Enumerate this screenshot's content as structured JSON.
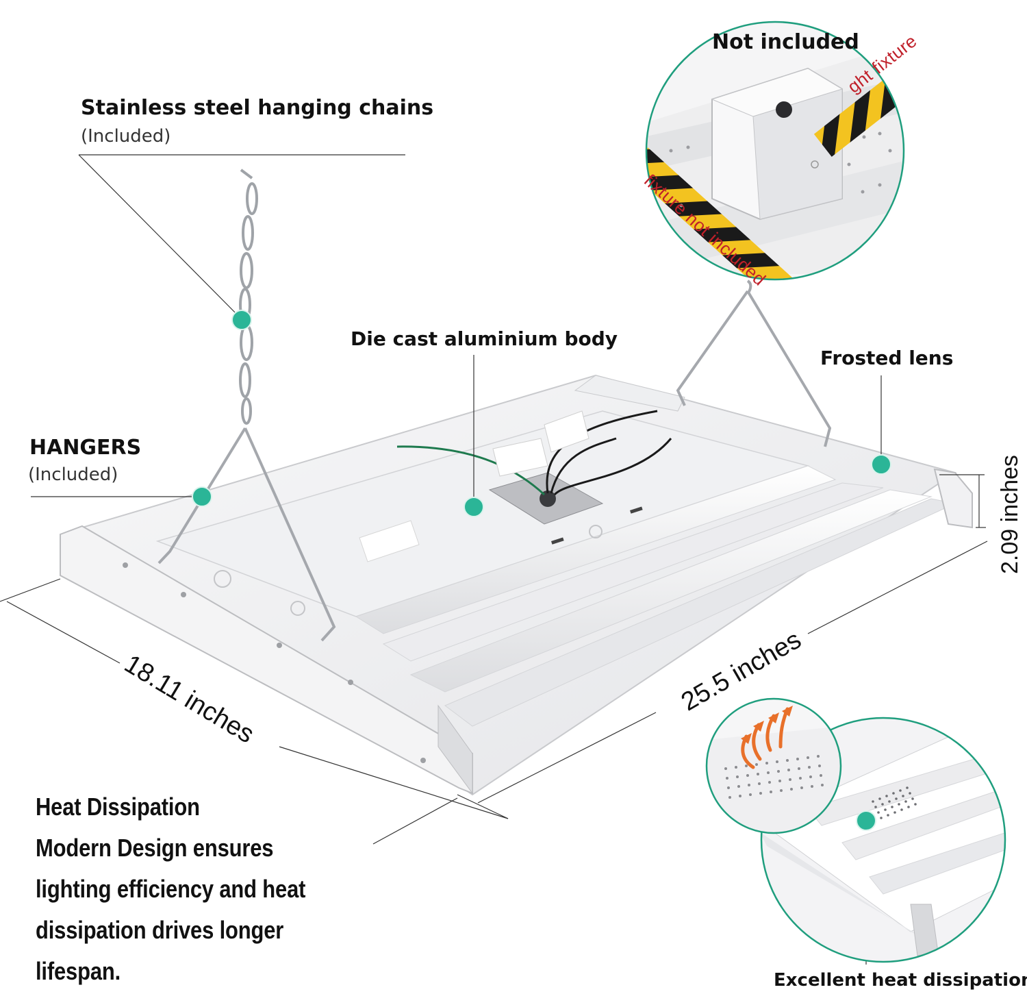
{
  "callouts": {
    "chains_title": "Stainless steel hanging chains",
    "chains_sub": "(Included)",
    "not_included": "Not included",
    "die_cast": "Die cast aluminium body",
    "frosted_lens": "Frosted lens",
    "hangers_title": "HANGERS",
    "hangers_sub": "(Included)",
    "excellent_heat": "Excellent heat dissipation"
  },
  "dimensions": {
    "width": "18.11 inches",
    "length": "25.5 inches",
    "height": "2.09 inches"
  },
  "heat_text": [
    "Heat Dissipation",
    "Modern Design ensures",
    "lighting efficiency and heat",
    "dissipation drives longer",
    "lifespan."
  ],
  "tape_text": {
    "top": "ght fixture",
    "bottom": "fixture not included"
  },
  "colors": {
    "accent": "#2bb597",
    "circle_border": "#1f9e7e",
    "tape_yellow": "#f3c320",
    "tape_black": "#1a1a1a"
  }
}
